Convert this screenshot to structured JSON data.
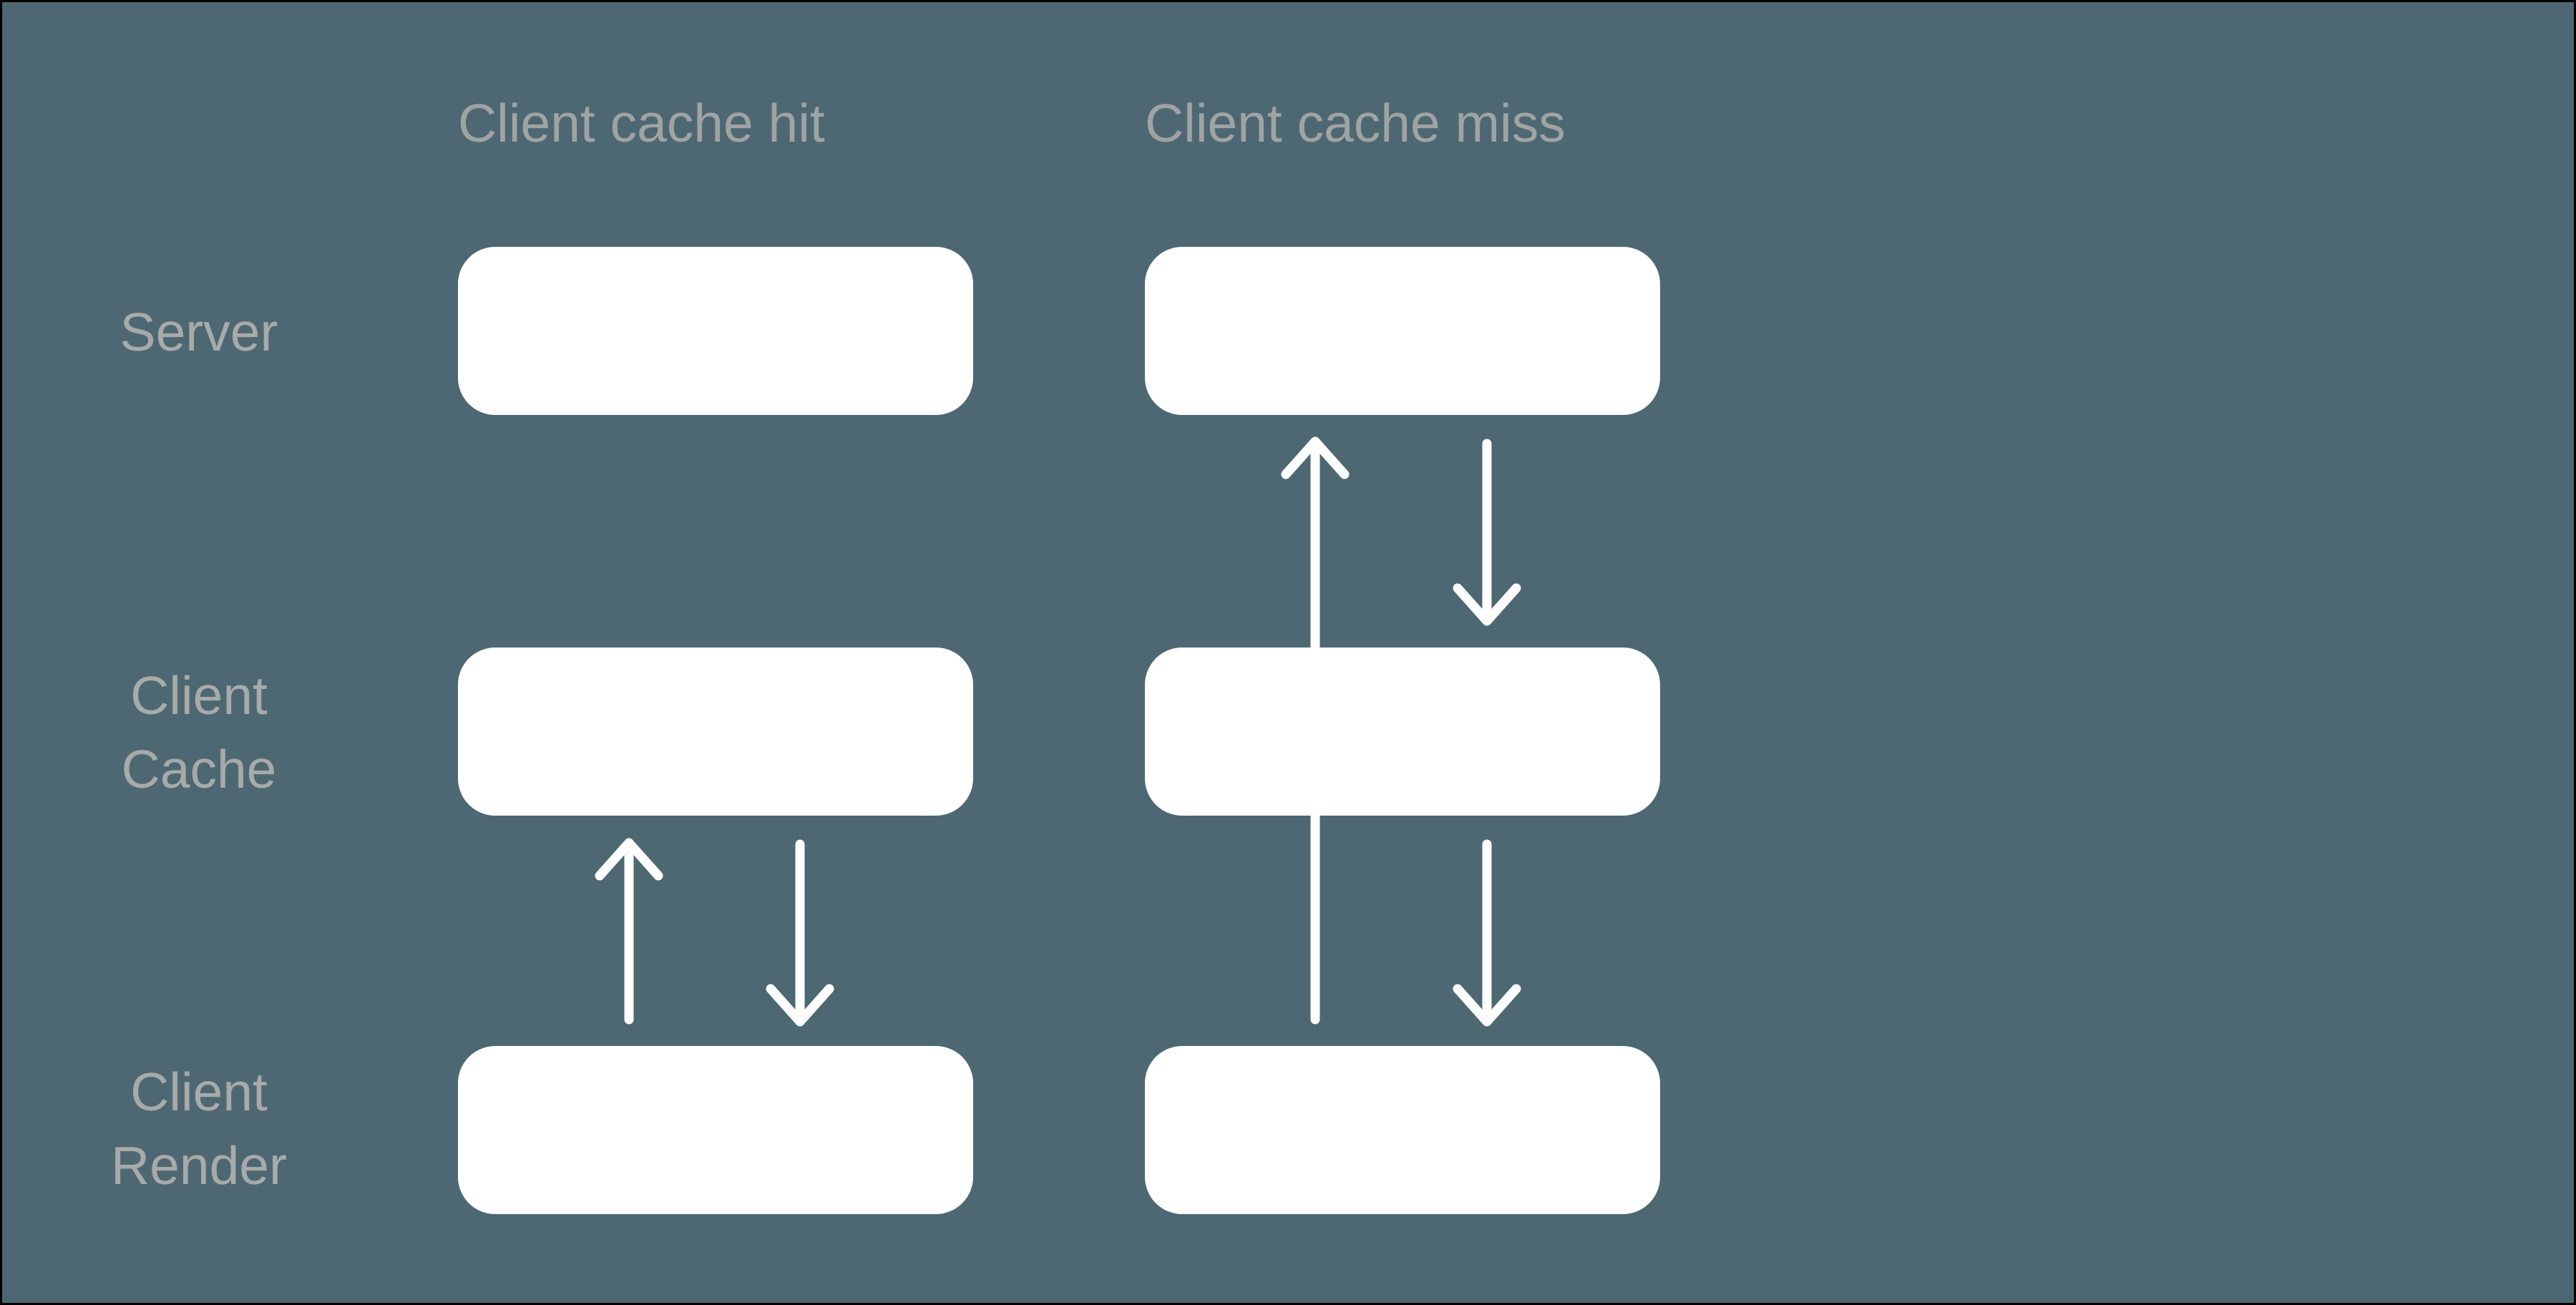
{
  "colors": {
    "background": "#4D6872",
    "border": "#000000",
    "box": "#FFFFFF",
    "arrow": "#FFFFFF",
    "header_text": "#A0A3A3",
    "label_text": "#A8AAAA"
  },
  "columns": [
    {
      "id": "client-cache-hit",
      "header": "Client cache hit"
    },
    {
      "id": "client-cache-miss",
      "header": "Client cache miss"
    }
  ],
  "rows": [
    {
      "id": "server",
      "label_lines": [
        "Server"
      ]
    },
    {
      "id": "client-cache",
      "label_lines": [
        "Client",
        "Cache"
      ]
    },
    {
      "id": "client-render",
      "label_lines": [
        "Client",
        "Render"
      ]
    }
  ],
  "boxes": [
    {
      "column": "client-cache-hit",
      "row": "server"
    },
    {
      "column": "client-cache-miss",
      "row": "server"
    },
    {
      "column": "client-cache-hit",
      "row": "client-cache"
    },
    {
      "column": "client-cache-miss",
      "row": "client-cache"
    },
    {
      "column": "client-cache-hit",
      "row": "client-render"
    },
    {
      "column": "client-cache-miss",
      "row": "client-render"
    }
  ],
  "arrows": [
    {
      "column": "client-cache-hit",
      "direction": "up",
      "from": "client-render",
      "to": "client-cache"
    },
    {
      "column": "client-cache-hit",
      "direction": "down",
      "from": "client-cache",
      "to": "client-render"
    },
    {
      "column": "client-cache-miss",
      "direction": "up",
      "from": "client-render",
      "to": "server",
      "note": "shaft passes behind client cache box"
    },
    {
      "column": "client-cache-miss",
      "direction": "down",
      "from": "server",
      "to": "client-cache"
    },
    {
      "column": "client-cache-miss",
      "direction": "down",
      "from": "client-cache",
      "to": "client-render"
    }
  ]
}
